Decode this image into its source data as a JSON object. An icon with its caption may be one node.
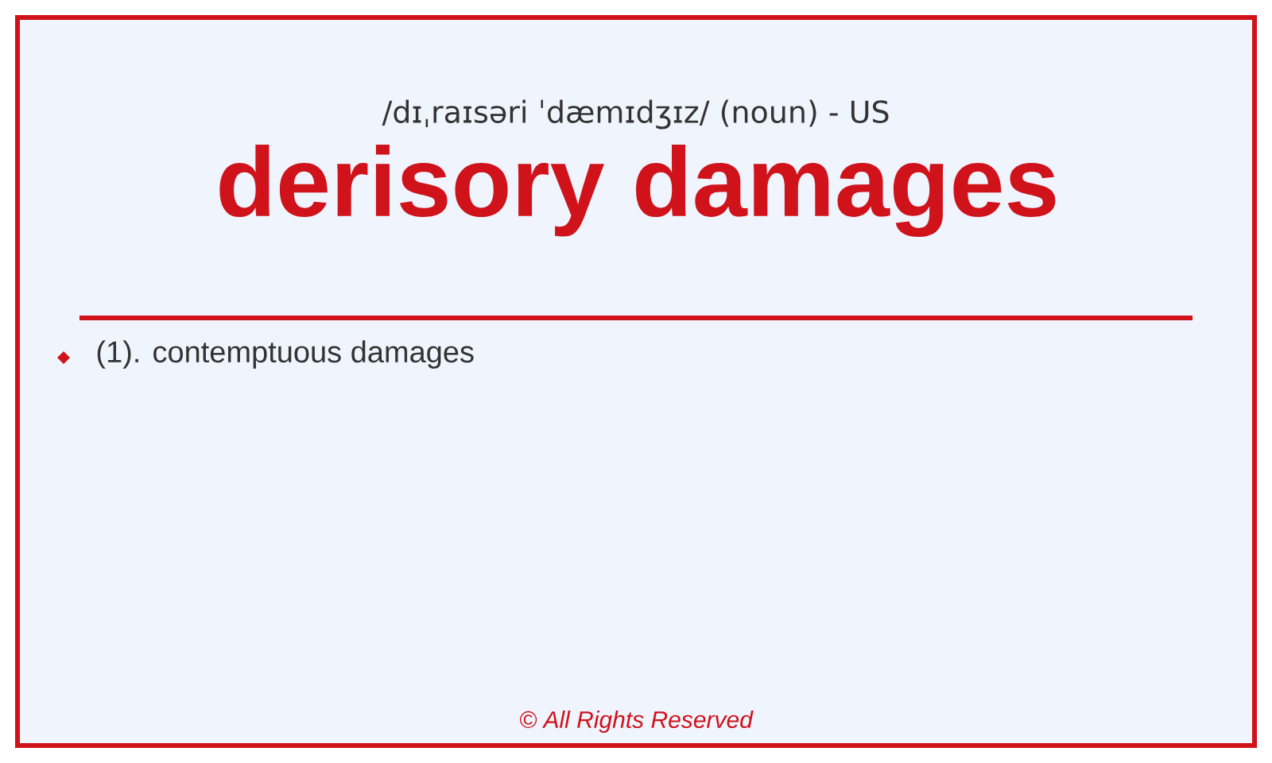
{
  "diagram": {
    "title": "derisory damages",
    "labels": [
      "/dɪˌraɪsəri ˈdæmɪdʒɪz/ (noun) - US",
      "(1). contemptuous damages",
      "© All Rights Reserved"
    ]
  }
}
